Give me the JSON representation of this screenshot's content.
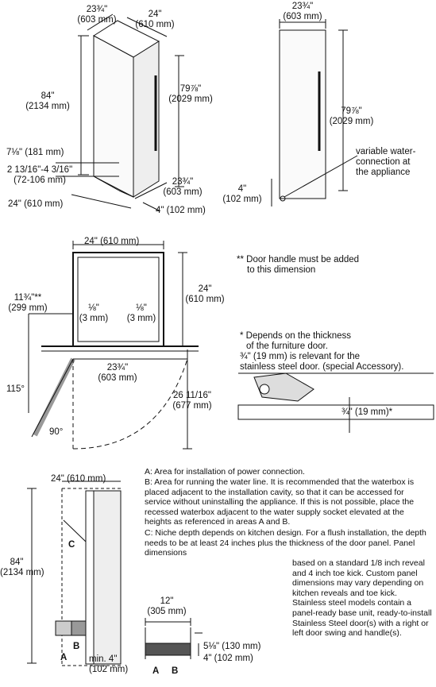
{
  "view1": {
    "w_top": "23¾\"",
    "w_top_mm": "(603 mm)",
    "d_top": "24\"",
    "d_top_mm": "(610 mm)",
    "h": "84\"",
    "h_mm": "(2134 mm)",
    "door_h": "79⅞\"",
    "door_h_mm": "(2029 mm)",
    "kick": "7⅛\" (181 mm)",
    "gap": "2 13/16\"-4 3/16\"",
    "gap_mm": "(72-106 mm)",
    "base_d": "24\" (610 mm)",
    "base_w": "23¾\"",
    "base_w_mm": "(603 mm)",
    "base_4": "4\" (102 mm)"
  },
  "view2": {
    "w": "23¾\"",
    "w_mm": "(603 mm)",
    "h": "79⅞\"",
    "h_mm": "(2029 mm)",
    "water_1": "variable water-",
    "water_2": "connection at",
    "water_3": "the appliance",
    "b4": "4\"",
    "b4_mm": "(102 mm)"
  },
  "view3": {
    "width": "24\" (610 mm)",
    "depth": "24\"",
    "depth_mm": "(610 mm)",
    "swing": "11¾\"**",
    "swing_mm": "(299 mm)",
    "gap1": "⅛\"",
    "gap1_mm": "(3 mm)",
    "gap2": "⅛\"",
    "gap2_mm": "(3 mm)",
    "inner": "23¾\"",
    "inner_mm": "(603 mm)",
    "arc": "26 11/16\"",
    "arc_mm": "(677 mm)",
    "angle1": "115°",
    "angle2": "90°"
  },
  "notes": {
    "handle_1": "** Door handle must be added",
    "handle_2": "to this dimension",
    "dep_1": "* Depends on the thickness",
    "dep_2": "of the furniture door.",
    "dep_3": "¾\" (19 mm) is relevant for the",
    "dep_4": "stainless steel door. (special Accessory).",
    "dim": "¾\" (19 mm)*"
  },
  "view4": {
    "top": "24\" (610 mm)",
    "h": "84\"",
    "h_mm": "(2134 mm)",
    "label_c": "C",
    "label_a": "A",
    "label_b": "B",
    "min": "min. 4\"",
    "min_mm": "(102 mm)"
  },
  "view5": {
    "w": "12\"",
    "w_mm": "(305 mm)",
    "h1": "5⅛\" (130 mm)",
    "h2": "4\" (102 mm)",
    "label_a": "A",
    "label_b": "B"
  },
  "legend": {
    "a": "A: Area for installation of power connection.",
    "b": "B: Area for running the water line. It is recommended that the waterbox is placed adjacent to the installation cavity, so that it can be accessed for service without uninstalling the appliance. If this is not possible, place the recessed waterbox adjacent to the water supply socket elevated at the heights as referenced in areas A and B.",
    "c1": "C: Niche depth depends on kitchen design. For a flush installation, the depth needs to be at least 24 inches plus the thickness of the door panel. Panel dimensions",
    "c2": "based on a standard 1/8 inch reveal and 4 inch toe kick. Custom panel dimensions may vary depending on kitchen reveals and toe kick. Stainless steel models contain a panel-ready base unit, ready-to-install Stainless Steel door(s) with a right or left door swing and handle(s)."
  }
}
